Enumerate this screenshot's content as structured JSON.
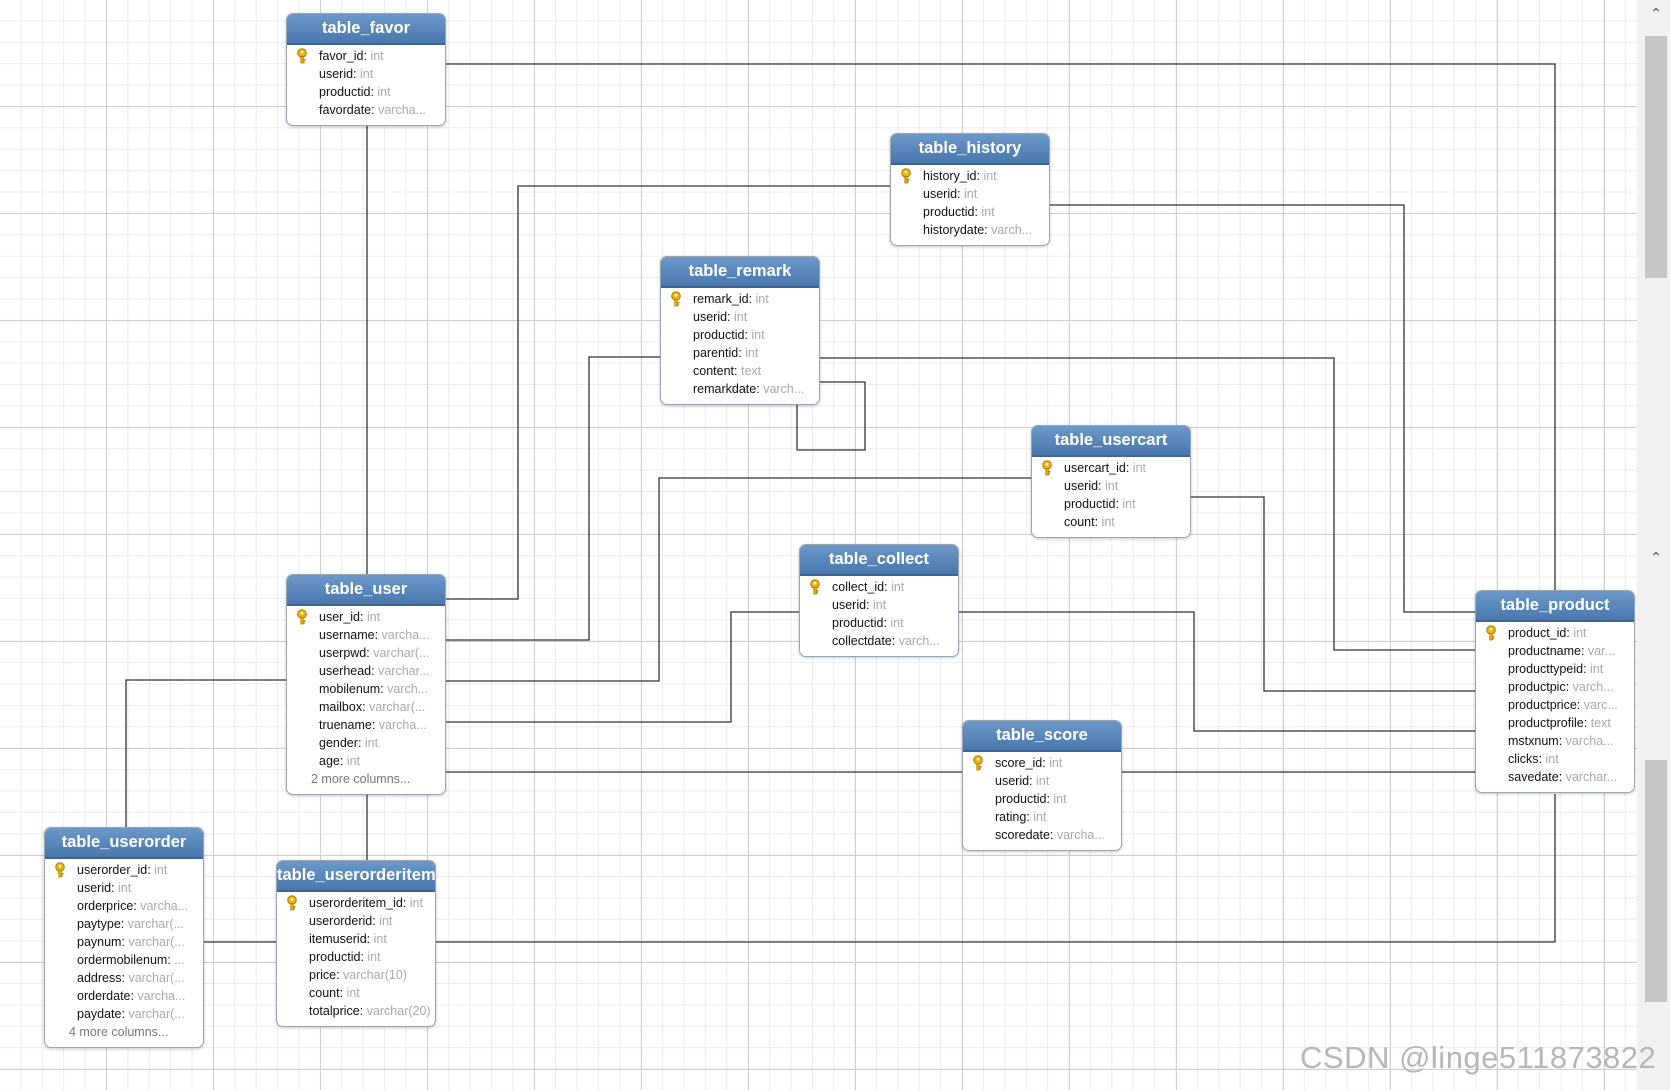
{
  "diagram": {
    "more_label_suffix": "more columns...",
    "colors": {
      "header": "#5585bd",
      "line": "#333333",
      "key_icon": "#f0b400",
      "column_type": "#a9a9a9"
    },
    "icons": {
      "primary_key": "key-icon"
    },
    "tables": [
      {
        "name": "table_favor",
        "columns": [
          {
            "name": "favor_id",
            "type": "int",
            "pk": true
          },
          {
            "name": "userid",
            "type": "int"
          },
          {
            "name": "productid",
            "type": "int"
          },
          {
            "name": "favordate",
            "type": "varcha..."
          }
        ]
      },
      {
        "name": "table_history",
        "columns": [
          {
            "name": "history_id",
            "type": "int",
            "pk": true
          },
          {
            "name": "userid",
            "type": "int"
          },
          {
            "name": "productid",
            "type": "int"
          },
          {
            "name": "historydate",
            "type": "varch..."
          }
        ]
      },
      {
        "name": "table_remark",
        "columns": [
          {
            "name": "remark_id",
            "type": "int",
            "pk": true
          },
          {
            "name": "userid",
            "type": "int"
          },
          {
            "name": "productid",
            "type": "int"
          },
          {
            "name": "parentid",
            "type": "int"
          },
          {
            "name": "content",
            "type": "text"
          },
          {
            "name": "remarkdate",
            "type": "varch..."
          }
        ]
      },
      {
        "name": "table_usercart",
        "columns": [
          {
            "name": "usercart_id",
            "type": "int",
            "pk": true
          },
          {
            "name": "userid",
            "type": "int"
          },
          {
            "name": "productid",
            "type": "int"
          },
          {
            "name": "count",
            "type": "int"
          }
        ]
      },
      {
        "name": "table_collect",
        "columns": [
          {
            "name": "collect_id",
            "type": "int",
            "pk": true
          },
          {
            "name": "userid",
            "type": "int"
          },
          {
            "name": "productid",
            "type": "int"
          },
          {
            "name": "collectdate",
            "type": "varch..."
          }
        ]
      },
      {
        "name": "table_user",
        "more": 2,
        "columns": [
          {
            "name": "user_id",
            "type": "int",
            "pk": true
          },
          {
            "name": "username",
            "type": "varcha..."
          },
          {
            "name": "userpwd",
            "type": "varchar(..."
          },
          {
            "name": "userhead",
            "type": "varchar..."
          },
          {
            "name": "mobilenum",
            "type": "varch..."
          },
          {
            "name": "mailbox",
            "type": "varchar(..."
          },
          {
            "name": "truename",
            "type": "varcha..."
          },
          {
            "name": "gender",
            "type": "int"
          },
          {
            "name": "age",
            "type": "int"
          }
        ]
      },
      {
        "name": "table_product",
        "columns": [
          {
            "name": "product_id",
            "type": "int",
            "pk": true
          },
          {
            "name": "productname",
            "type": "var..."
          },
          {
            "name": "producttypeid",
            "type": "int"
          },
          {
            "name": "productpic",
            "type": "varch..."
          },
          {
            "name": "productprice",
            "type": "varc..."
          },
          {
            "name": "productprofile",
            "type": "text"
          },
          {
            "name": "mstxnum",
            "type": "varcha..."
          },
          {
            "name": "clicks",
            "type": "int"
          },
          {
            "name": "savedate",
            "type": "varchar..."
          }
        ]
      },
      {
        "name": "table_score",
        "columns": [
          {
            "name": "score_id",
            "type": "int",
            "pk": true
          },
          {
            "name": "userid",
            "type": "int"
          },
          {
            "name": "productid",
            "type": "int"
          },
          {
            "name": "rating",
            "type": "int"
          },
          {
            "name": "scoredate",
            "type": "varcha..."
          }
        ]
      },
      {
        "name": "table_userorder",
        "more": 4,
        "columns": [
          {
            "name": "userorder_id",
            "type": "int",
            "pk": true
          },
          {
            "name": "userid",
            "type": "int"
          },
          {
            "name": "orderprice",
            "type": "varcha..."
          },
          {
            "name": "paytype",
            "type": "varchar(..."
          },
          {
            "name": "paynum",
            "type": "varchar(..."
          },
          {
            "name": "ordermobilenum",
            "type": "..."
          },
          {
            "name": "address",
            "type": "varchar(..."
          },
          {
            "name": "orderdate",
            "type": "varcha..."
          },
          {
            "name": "paydate",
            "type": "varchar(..."
          }
        ]
      },
      {
        "name": "table_userorderitem",
        "columns": [
          {
            "name": "userorderitem_id",
            "type": "int",
            "pk": true
          },
          {
            "name": "userorderid",
            "type": "int"
          },
          {
            "name": "itemuserid",
            "type": "int"
          },
          {
            "name": "productid",
            "type": "int"
          },
          {
            "name": "price",
            "type": "varchar(10)"
          },
          {
            "name": "count",
            "type": "int"
          },
          {
            "name": "totalprice",
            "type": "varchar(20)"
          }
        ]
      }
    ]
  },
  "watermark": "CSDN @linge511873822"
}
